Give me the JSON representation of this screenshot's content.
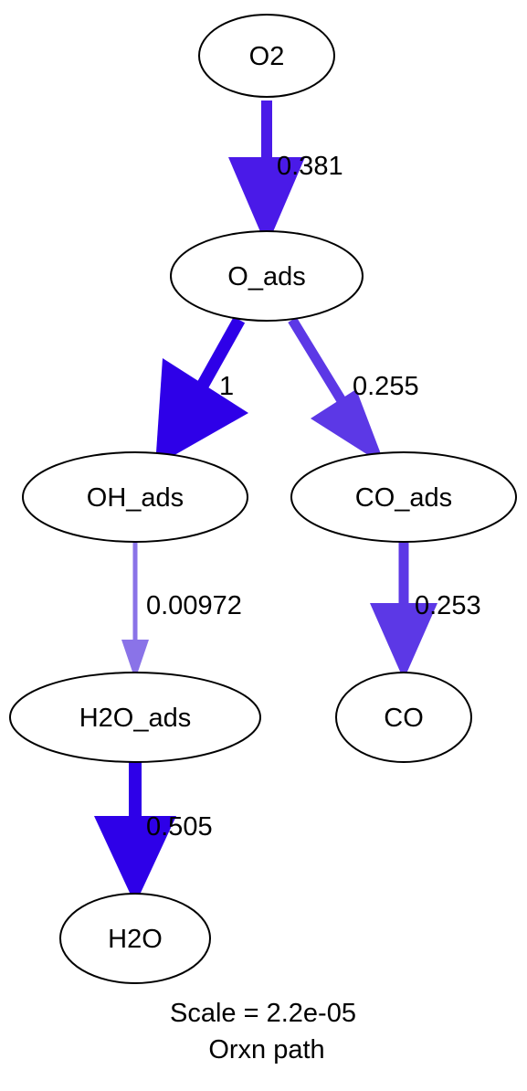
{
  "nodes": [
    {
      "id": "O2",
      "label": "O2"
    },
    {
      "id": "O_ads",
      "label": "O_ads"
    },
    {
      "id": "OH_ads",
      "label": "OH_ads"
    },
    {
      "id": "CO_ads",
      "label": "CO_ads"
    },
    {
      "id": "H2O_ads",
      "label": "H2O_ads"
    },
    {
      "id": "CO",
      "label": "CO"
    },
    {
      "id": "H2O",
      "label": "H2O"
    }
  ],
  "edges": [
    {
      "from": "O2",
      "to": "O_ads",
      "label": "0.381",
      "color": "#4a1ae8"
    },
    {
      "from": "O_ads",
      "to": "OH_ads",
      "label": "1",
      "color": "#2e00e8"
    },
    {
      "from": "O_ads",
      "to": "CO_ads",
      "label": "0.255",
      "color": "#5c38e6"
    },
    {
      "from": "OH_ads",
      "to": "H2O_ads",
      "label": "0.00972",
      "color": "#8a73e8"
    },
    {
      "from": "CO_ads",
      "to": "CO",
      "label": "0.253",
      "color": "#5c38e6"
    },
    {
      "from": "H2O_ads",
      "to": "H2O",
      "label": "0.505",
      "color": "#2e00e8"
    }
  ],
  "caption": {
    "scale": "Scale = 2.2e-05",
    "title": "Orxn path"
  }
}
